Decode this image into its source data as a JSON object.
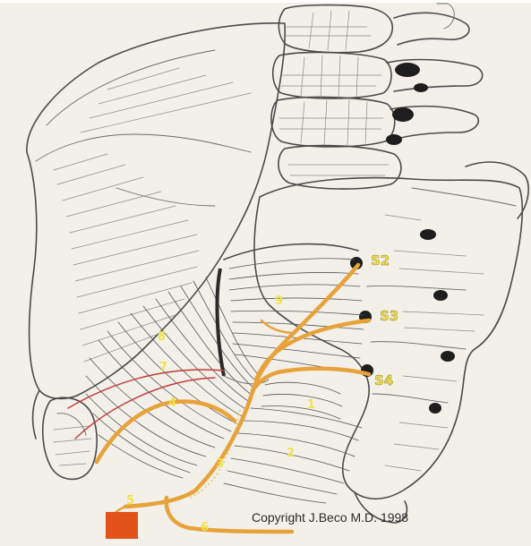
{
  "labels": {
    "numbers": [
      "1",
      "2",
      "3",
      "4",
      "5",
      "6",
      "7",
      "8",
      "9"
    ],
    "sacral": [
      "S2",
      "S3",
      "S4"
    ]
  },
  "copyright": "Copyright J.Beco M.D. 1998",
  "colors": {
    "nerve": "#e8a23a",
    "label": "#f2e24a",
    "vessel": "#c23a3a",
    "background": "#f3f0ea",
    "coccyx_marker": "#e2531c"
  }
}
